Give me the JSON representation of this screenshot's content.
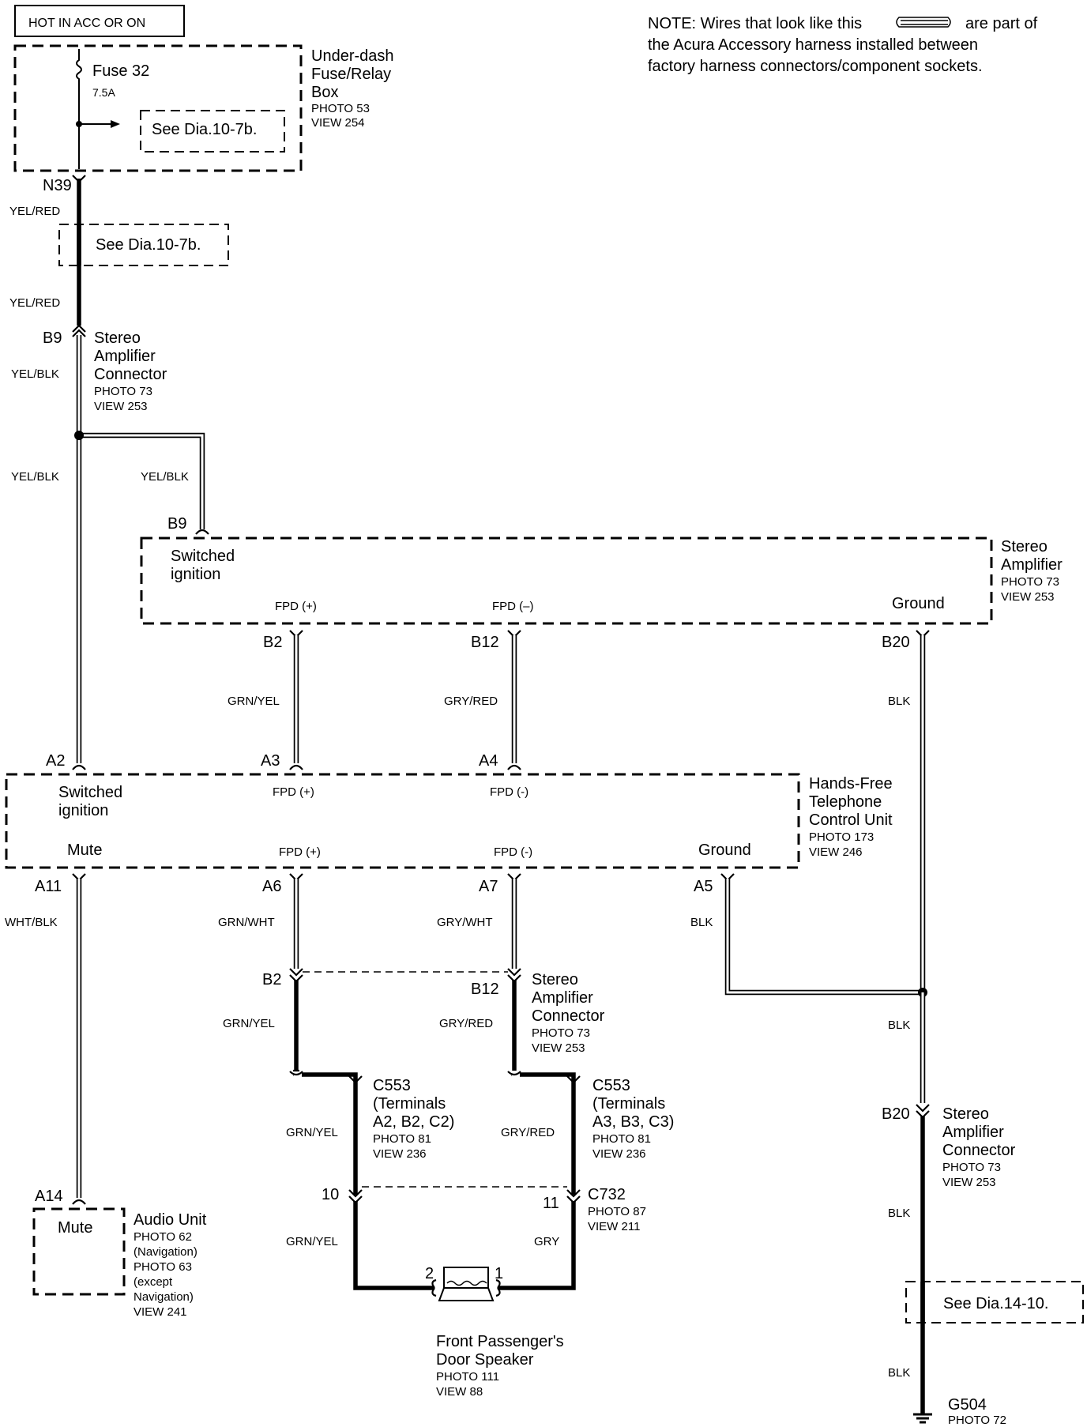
{
  "power": {
    "label": "HOT IN ACC OR ON"
  },
  "note": {
    "line1a": "NOTE: Wires that look like this",
    "line1b": "are part of",
    "line2": "the Acura Accessory harness installed between",
    "line3": "factory harness connectors/component sockets."
  },
  "fusebox": {
    "fuse_name": "Fuse 32",
    "fuse_rating": "7.5A",
    "see_ref": "See Dia.10-7b.",
    "title1": "Under-dash",
    "title2": "Fuse/Relay",
    "title3": "Box",
    "photo": "PHOTO 53",
    "view": "VIEW 254"
  },
  "upper": {
    "n39": "N39",
    "wire1": "YEL/RED",
    "see_ref": "See Dia.10-7b.",
    "wire2": "YEL/RED",
    "b9": "B9",
    "conn1": "Stereo",
    "conn2": "Amplifier",
    "conn3": "Connector",
    "conn_photo": "PHOTO 73",
    "conn_view": "VIEW 253",
    "wire3": "YEL/BLK",
    "wire4": "YEL/BLK",
    "wire5": "YEL/BLK"
  },
  "amp": {
    "pin_b9": "B9",
    "switched1": "Switched",
    "switched2": "ignition",
    "fpd_pos": "FPD (+)",
    "fpd_neg": "FPD (–)",
    "ground": "Ground",
    "title1": "Stereo",
    "title2": "Amplifier",
    "photo": "PHOTO 73",
    "view": "VIEW 253",
    "pin_b2": "B2",
    "pin_b12": "B12",
    "pin_b20": "B20",
    "wire_b2": "GRN/YEL",
    "wire_b12": "GRY/RED",
    "wire_b20": "BLK"
  },
  "hfu": {
    "pin_a2": "A2",
    "pin_a3": "A3",
    "pin_a4": "A4",
    "switched1": "Switched",
    "switched2": "ignition",
    "fpd_pos_top": "FPD (+)",
    "fpd_neg_top": "FPD (-)",
    "mute": "Mute",
    "fpd_pos_bot": "FPD (+)",
    "fpd_neg_bot": "FPD (-)",
    "ground": "Ground",
    "title1": "Hands-Free",
    "title2": "Telephone",
    "title3": "Control Unit",
    "photo": "PHOTO 173",
    "view": "VIEW 246",
    "pin_a11": "A11",
    "pin_a6": "A6",
    "pin_a7": "A7",
    "pin_a5": "A5",
    "wire_a11": "WHT/BLK",
    "wire_a6": "GRN/WHT",
    "wire_a7": "GRY/WHT",
    "wire_a5": "BLK"
  },
  "lower": {
    "pin_b2": "B2",
    "pin_b12": "B12",
    "conn1": "Stereo",
    "conn2": "Amplifier",
    "conn3": "Connector",
    "conn_photo": "PHOTO 73",
    "conn_view": "VIEW 253",
    "wire_grnyel": "GRN/YEL",
    "wire_gryred": "GRY/RED",
    "wire_blk1": "BLK",
    "c553a_1": "C553",
    "c553a_2": "(Terminals",
    "c553a_3": "A2, B2, C2)",
    "c553a_photo": "PHOTO 81",
    "c553a_view": "VIEW 236",
    "c553b_1": "C553",
    "c553b_2": "(Terminals",
    "c553b_3": "A3, B3, C3)",
    "c553b_photo": "PHOTO 81",
    "c553b_view": "VIEW 236",
    "wire_grnyel2": "GRN/YEL",
    "wire_gryred2": "GRY/RED",
    "pin_b20": "B20",
    "amp_conn1": "Stereo",
    "amp_conn2": "Amplifier",
    "amp_conn3": "Connector",
    "amp_photo": "PHOTO 73",
    "amp_view": "VIEW 253",
    "pin_10": "10",
    "pin_11": "11",
    "c732": "C732",
    "c732_photo": "PHOTO 87",
    "c732_view": "VIEW 211",
    "wire_grnyel3": "GRN/YEL",
    "wire_gry": "GRY",
    "wire_blk2": "BLK",
    "wire_blk3": "BLK",
    "see_ref": "See Dia.14-10.",
    "spk_pin2": "2",
    "spk_pin1": "1",
    "spk1": "Front Passenger's",
    "spk2": "Door Speaker",
    "spk_photo": "PHOTO 111",
    "spk_view": "VIEW 88",
    "g504": "G504",
    "g504_photo": "PHOTO 72"
  },
  "audio": {
    "pin_a14": "A14",
    "mute": "Mute",
    "title": "Audio Unit",
    "l1": "PHOTO 62",
    "l2": "(Navigation)",
    "l3": "PHOTO 63",
    "l4": "(except",
    "l5": "Navigation)",
    "l6": "VIEW 241"
  }
}
